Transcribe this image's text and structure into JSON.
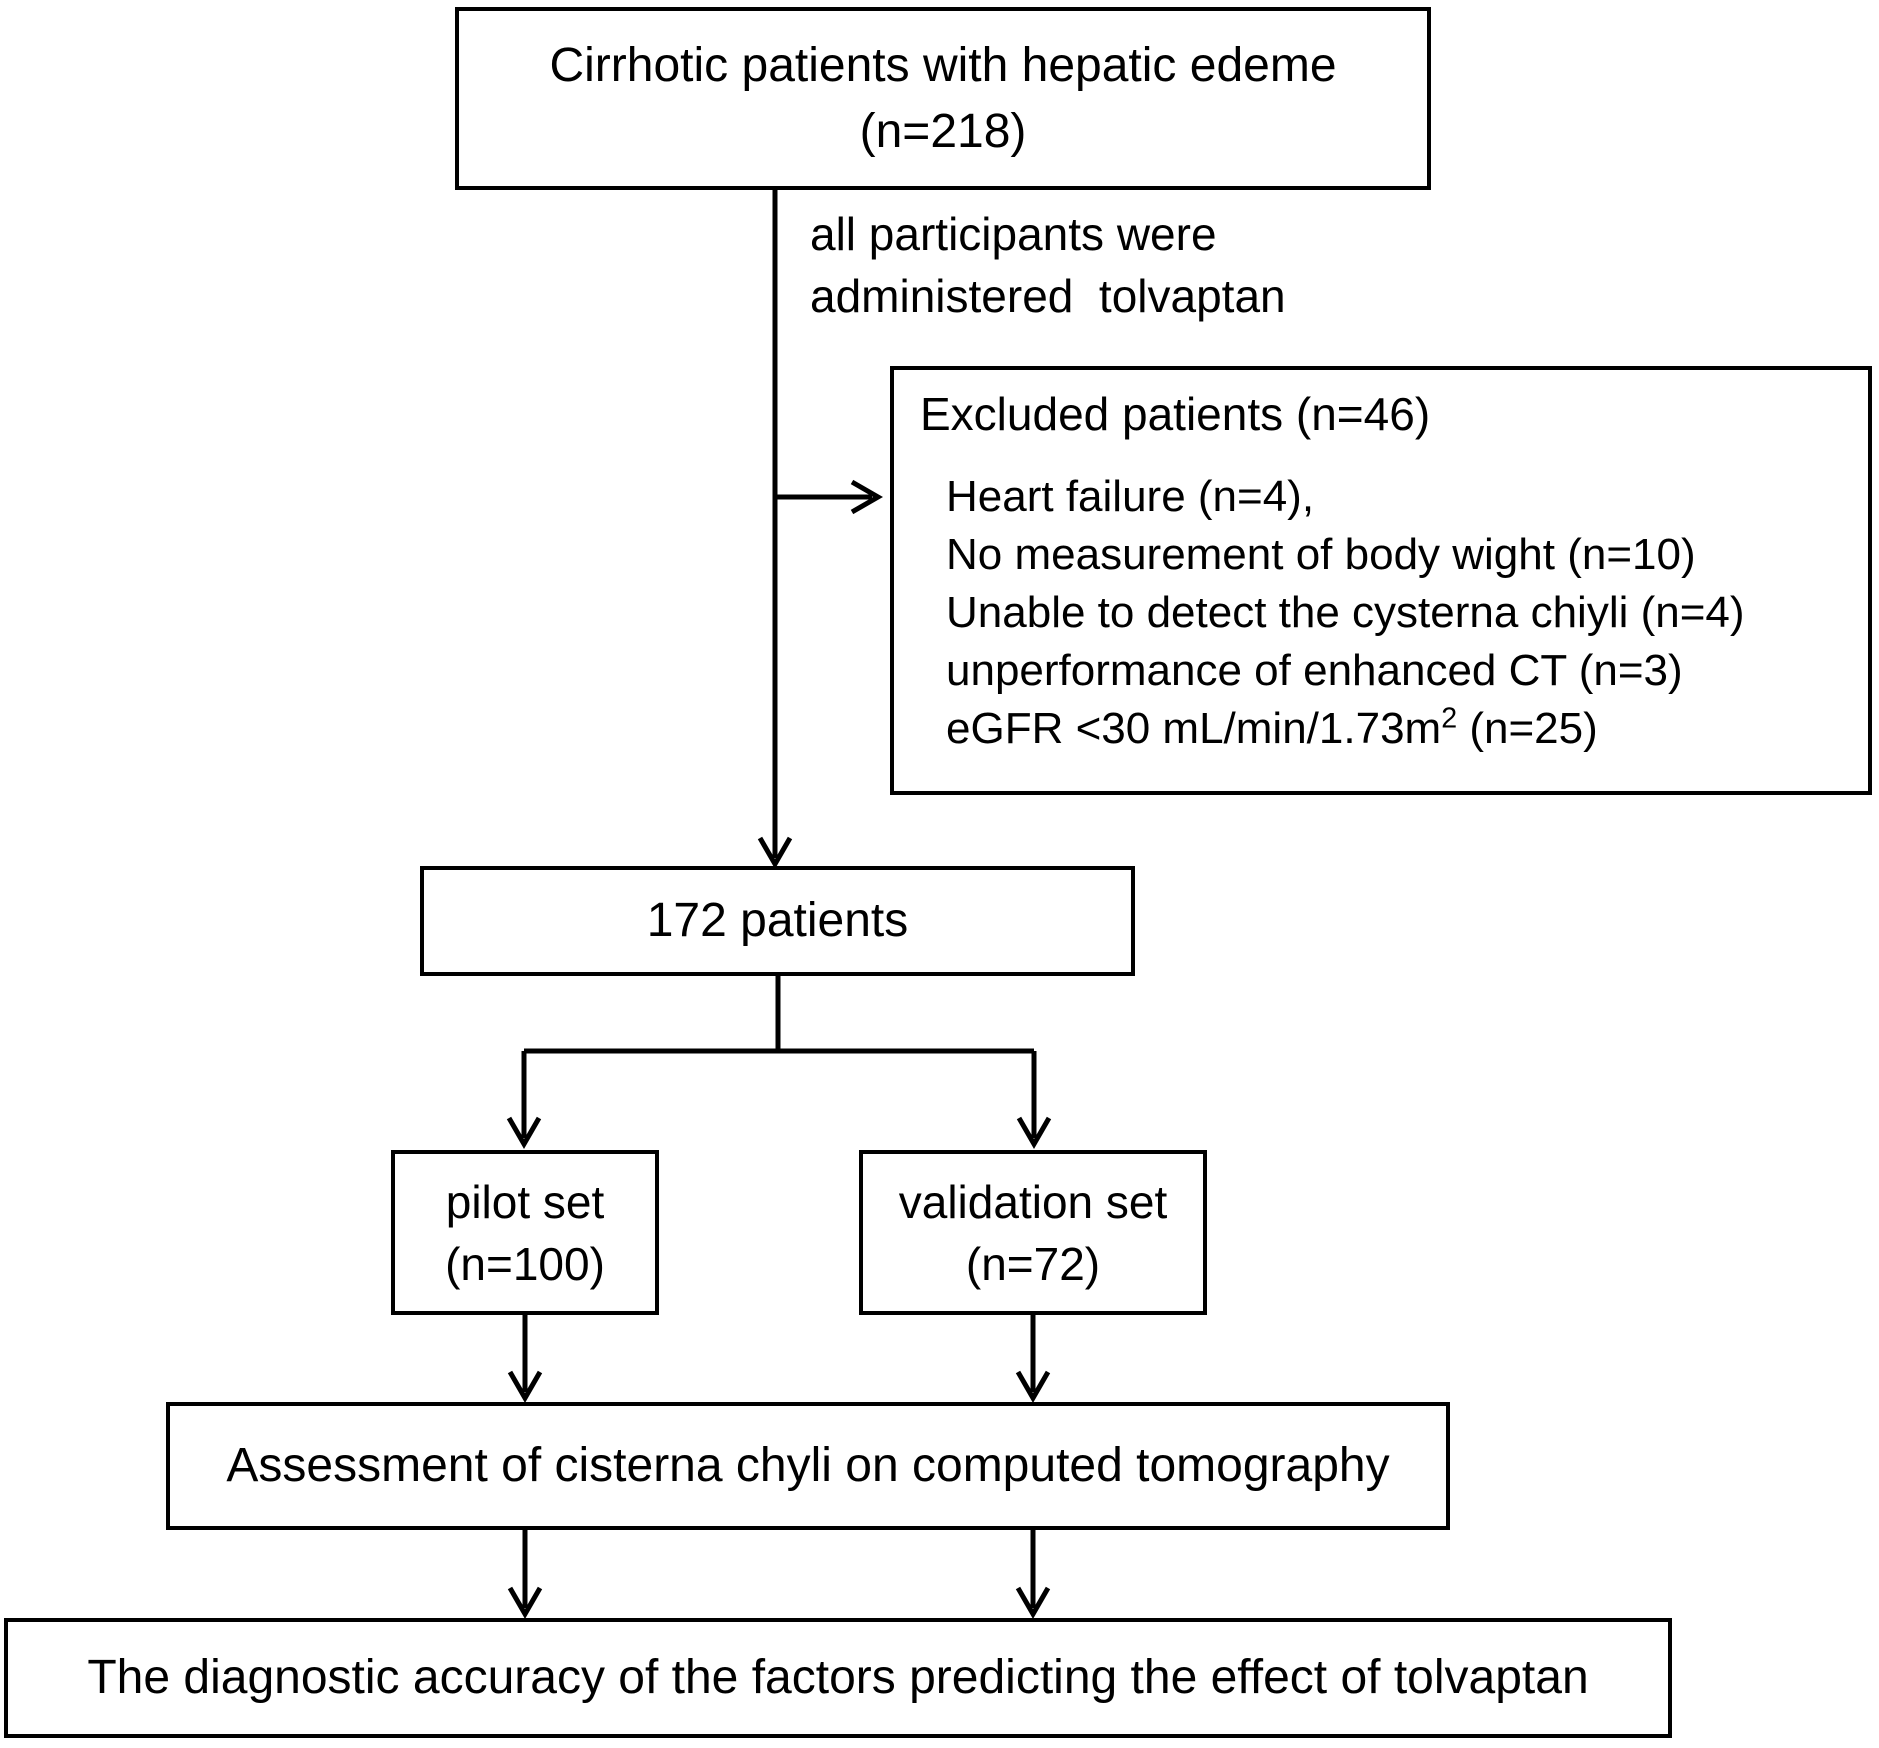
{
  "colors": {
    "ink": "#000000",
    "paper": "#ffffff"
  },
  "diagram": {
    "top_box": {
      "line1": "Cirrhotic patients with hepatic edeme",
      "line2": "(n=218)"
    },
    "note": {
      "line1": "all participants were",
      "line2": "administered  tolvaptan"
    },
    "excluded_box": {
      "title": "Excluded patients (n=46)",
      "items": [
        "Heart failure (n=4),",
        "No measurement of body wight (n=10)",
        "Unable to detect the cysterna chiyli (n=4)",
        "unperformance of enhanced CT (n=3)"
      ],
      "egfr_item": {
        "prefix": "eGFR <30 mL/min/1.73m",
        "sup": "2",
        "suffix": " (n=25)"
      }
    },
    "patients_box": {
      "label": "172 patients"
    },
    "pilot_box": {
      "line1": "pilot set",
      "line2": "(n=100)"
    },
    "validation_box": {
      "line1": "validation set",
      "line2": "(n=72)"
    },
    "assessment_box": {
      "label": "Assessment of cisterna chyli on computed tomography"
    },
    "outcome_box": {
      "label": "The diagnostic accuracy of the factors predicting the effect of tolvaptan"
    }
  }
}
